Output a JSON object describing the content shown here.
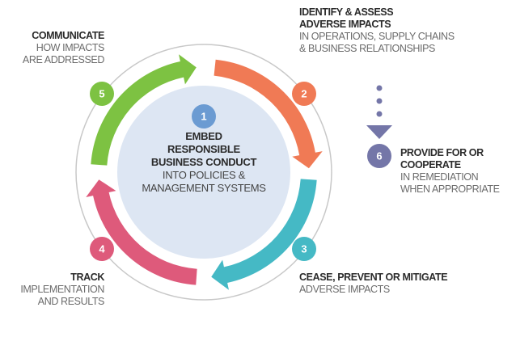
{
  "colors": {
    "step1": "#6b9bd2",
    "step2": "#f07a55",
    "step3": "#45b9c5",
    "step4": "#de5a7b",
    "step5": "#7dc242",
    "step6": "#7476a8",
    "center_fill": "#dde6f3",
    "ring": "#c8c8c8"
  },
  "steps": [
    {
      "number": "1",
      "title": "EMBED RESPONSIBLE BUSINESS CONDUCT",
      "title_lines": [
        "EMBED",
        "RESPONSIBLE",
        "BUSINESS CONDUCT"
      ],
      "subtitle_lines": [
        "INTO POLICIES &",
        "MANAGEMENT SYSTEMS"
      ]
    },
    {
      "number": "2",
      "title_lines": [
        "IDENTIFY & ASSESS",
        "ADVERSE IMPACTS"
      ],
      "subtitle_lines": [
        "IN OPERATIONS, SUPPLY CHAINS",
        "& BUSINESS RELATIONSHIPS"
      ]
    },
    {
      "number": "3",
      "title_lines": [
        "CEASE, PREVENT OR MITIGATE"
      ],
      "subtitle_lines": [
        "ADVERSE IMPACTS"
      ]
    },
    {
      "number": "4",
      "title_lines": [
        "TRACK"
      ],
      "subtitle_lines": [
        "IMPLEMENTATION",
        "AND RESULTS"
      ]
    },
    {
      "number": "5",
      "title_lines": [
        "COMMUNICATE"
      ],
      "subtitle_lines": [
        "HOW IMPACTS",
        "ARE ADDRESSED"
      ]
    },
    {
      "number": "6",
      "title_lines": [
        "PROVIDE FOR OR",
        "COOPERATE"
      ],
      "subtitle_lines": [
        "IN REMEDIATION",
        "WHEN APPROPRIATE"
      ]
    }
  ]
}
